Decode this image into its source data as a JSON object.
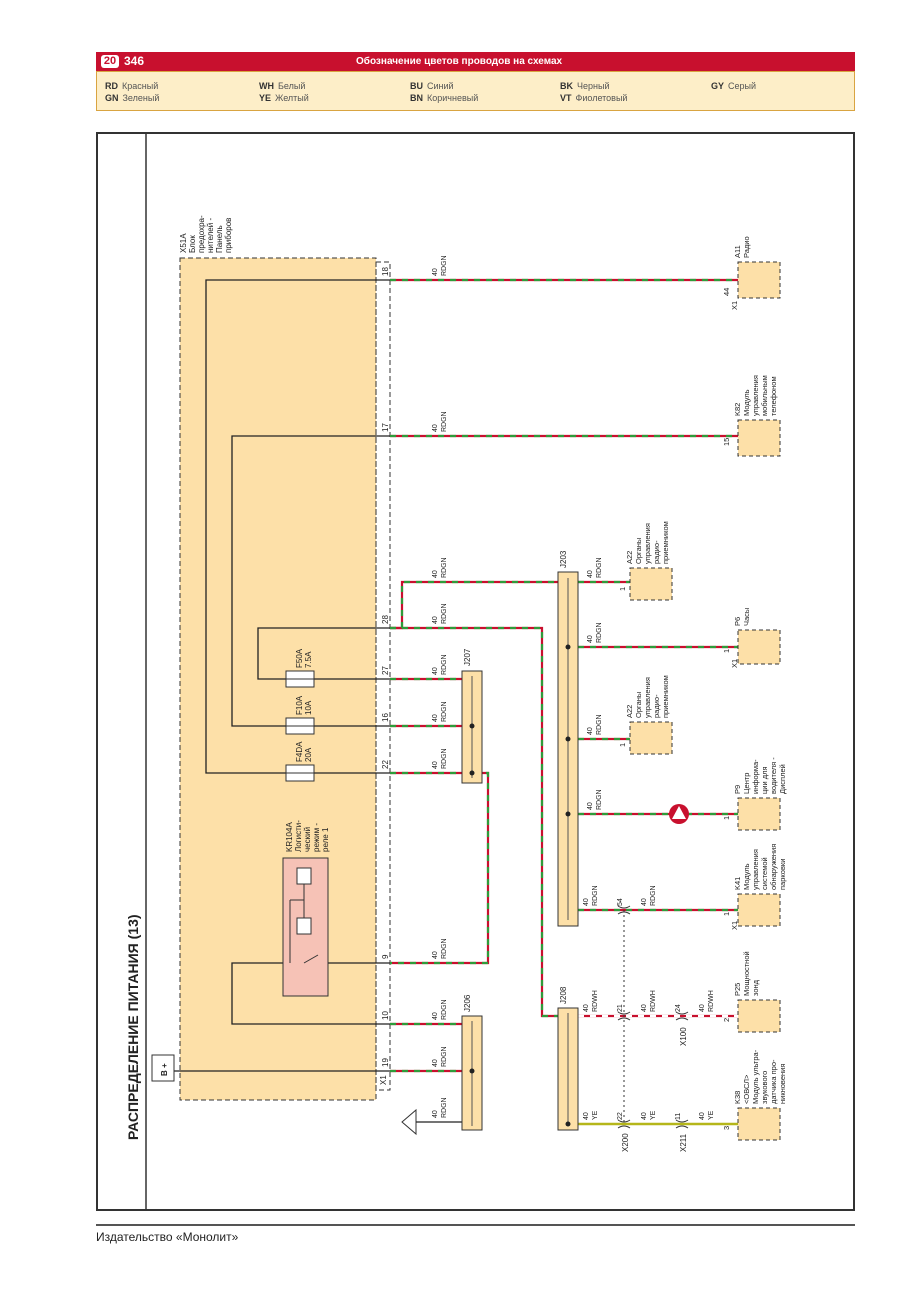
{
  "header": {
    "page_badge": "20",
    "page_number": "346",
    "title": "Обозначение цветов проводов на схемах"
  },
  "legend": [
    {
      "code": "RD",
      "name": "Красный"
    },
    {
      "code": "GN",
      "name": "Зеленый"
    },
    {
      "code": "WH",
      "name": "Белый"
    },
    {
      "code": "YE",
      "name": "Желтый"
    },
    {
      "code": "BU",
      "name": "Синий"
    },
    {
      "code": "BN",
      "name": "Коричневый"
    },
    {
      "code": "BK",
      "name": "Черный"
    },
    {
      "code": "VT",
      "name": "Фиолетовый"
    },
    {
      "code": "GY",
      "name": "Серый"
    }
  ],
  "diagram": {
    "title": "РАСПРЕДЕЛЕНИЕ ПИТАНИЯ (13)",
    "battery_label": "B +",
    "fuse_box": {
      "id": "X51A",
      "name_lines": [
        "Блок",
        "предохра-",
        "нителей -",
        "Панель",
        "приборов"
      ],
      "connector": "X1"
    },
    "relay": {
      "id": "KR104A",
      "name_lines": [
        "Логисти-",
        "ческий",
        "режим -",
        "реле 1"
      ]
    },
    "fuses": [
      {
        "id": "F50A",
        "rating": "7.5A"
      },
      {
        "id": "F10A",
        "rating": "10A"
      },
      {
        "id": "F4DA",
        "rating": "20A"
      }
    ],
    "pins": [
      "18",
      "17",
      "28",
      "27",
      "16",
      "22",
      "9",
      "10",
      "19"
    ],
    "junctions": [
      "J203",
      "J207",
      "J206",
      "J208"
    ],
    "connectors": [
      "X1",
      "X1",
      "X1",
      "X1",
      "X100",
      "X200",
      "X211"
    ],
    "components": [
      {
        "id": "A11",
        "name_lines": [
          "Радио"
        ],
        "pin": "44"
      },
      {
        "id": "K82",
        "name_lines": [
          "Модуль",
          "управления",
          "мобильным",
          "телефоном"
        ],
        "pin": "15"
      },
      {
        "id": "A22",
        "name_lines": [
          "Органы",
          "управления",
          "радио-",
          "приемником"
        ],
        "pin": "1"
      },
      {
        "id": "P6",
        "name_lines": [
          "Часы"
        ],
        "pin": "1"
      },
      {
        "id": "A22",
        "name_lines": [
          "Органы",
          "управления",
          "радио-",
          "приемником"
        ],
        "pin": "1"
      },
      {
        "id": "P9",
        "name_lines": [
          "Центр",
          "информа-",
          "ции для",
          "водителя -",
          "Дисплей"
        ],
        "pin": "1"
      },
      {
        "id": "K41",
        "name_lines": [
          "Модуль",
          "управления",
          "системой",
          "обнаружения",
          "парковки"
        ],
        "pin": "1"
      },
      {
        "id": "P25",
        "name_lines": [
          "Мощностной",
          "зонд"
        ],
        "pin": "2"
      },
      {
        "id": "K38",
        "name_lines": [
          "<ОВСЛ>",
          "Модуль ультра-",
          "звукового",
          "датчика про-",
          "никновения"
        ],
        "pin": "3"
      }
    ],
    "wire_gauge": "40",
    "wire_colors": [
      "RDGN",
      "RDWH",
      "YE"
    ],
    "pins_misc": [
      "54",
      "21",
      "24",
      "22",
      "11"
    ]
  },
  "footer": {
    "publisher": "Издательство «Монолит»"
  }
}
